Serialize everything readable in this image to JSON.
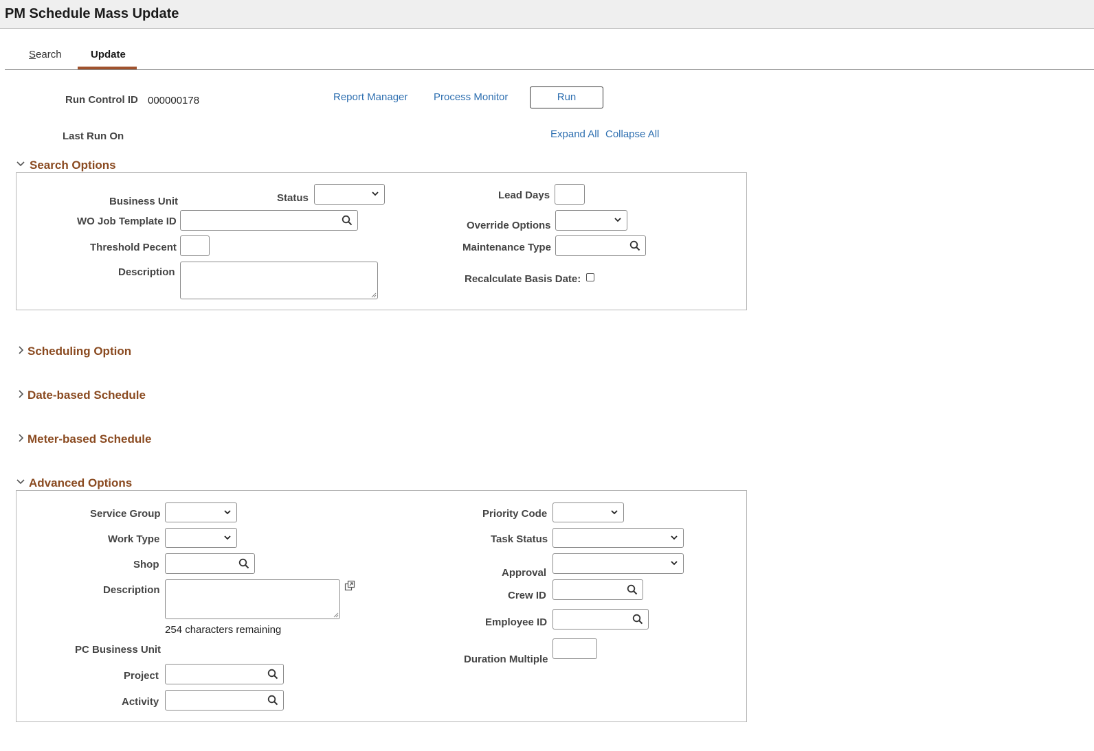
{
  "page": {
    "title": "PM Schedule Mass Update"
  },
  "tabs": [
    {
      "label": "Search",
      "active": false
    },
    {
      "label": "Update",
      "active": true
    }
  ],
  "run_control": {
    "run_control_id_label": "Run Control ID",
    "run_control_id_value": "000000178",
    "last_run_on_label": "Last Run On",
    "report_manager": "Report Manager",
    "process_monitor": "Process Monitor",
    "run_button": "Run",
    "expand_all": "Expand All",
    "collapse_all": "Collapse All"
  },
  "search_options": {
    "title": "Search Options",
    "expanded": true,
    "business_unit_label": "Business Unit",
    "status_label": "Status",
    "status_value": "",
    "lead_days_label": "Lead Days",
    "lead_days_value": "",
    "wo_job_template_label": "WO Job Template ID",
    "wo_job_template_value": "",
    "override_options_label": "Override Options",
    "override_options_value": "",
    "threshold_label": "Threshold Pecent",
    "threshold_value": "",
    "maintenance_type_label": "Maintenance Type",
    "maintenance_type_value": "",
    "description_label": "Description",
    "description_value": "",
    "recalculate_label": "Recalculate Basis Date:",
    "recalculate_checked": false
  },
  "collapsed_sections": [
    {
      "title": "Scheduling Option",
      "expanded": false
    },
    {
      "title": "Date-based Schedule",
      "expanded": false
    },
    {
      "title": "Meter-based Schedule",
      "expanded": false
    }
  ],
  "advanced_options": {
    "title": "Advanced Options",
    "expanded": true,
    "service_group_label": "Service Group",
    "service_group_value": "",
    "priority_code_label": "Priority Code",
    "priority_code_value": "",
    "work_type_label": "Work Type",
    "work_type_value": "",
    "task_status_label": "Task Status",
    "task_status_value": "",
    "shop_label": "Shop",
    "shop_value": "",
    "approval_label": "Approval",
    "approval_value": "",
    "description_label": "Description",
    "description_value": "",
    "characters_remaining": "254 characters remaining",
    "crew_id_label": "Crew ID",
    "crew_id_value": "",
    "employee_id_label": "Employee ID",
    "employee_id_value": "",
    "pc_business_unit_label": "PC Business Unit",
    "duration_multiple_label": "Duration Multiple",
    "duration_multiple_value": "",
    "project_label": "Project",
    "project_value": "",
    "activity_label": "Activity",
    "activity_value": ""
  },
  "icons": {
    "lookup": "search-icon",
    "expand": "chevron-right-icon",
    "collapse": "chevron-down-icon",
    "dropdown": "chevron-down-icon",
    "popup": "open-in-new-window-icon"
  },
  "colors": {
    "section_title": "#8a4a20",
    "link": "#2e6fb0",
    "active_tab_underline": "#a0522d",
    "header_bg": "#efefef"
  }
}
